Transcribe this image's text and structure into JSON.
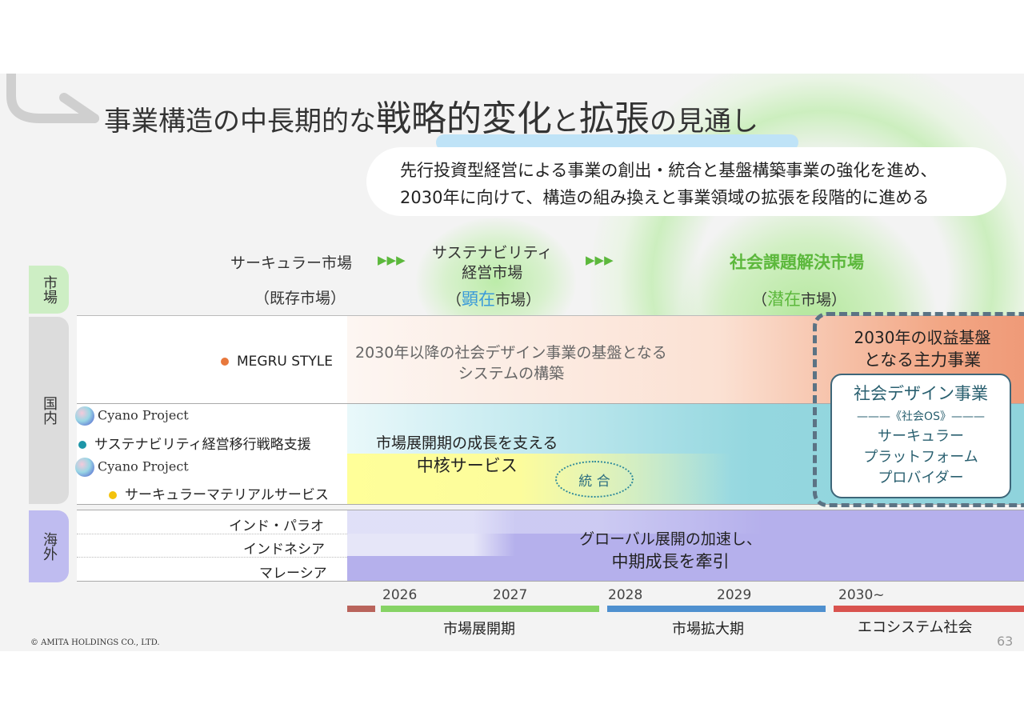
{
  "title": {
    "part1": "事業構造の中長期的な",
    "part2": "戦略的変化",
    "part3": "と",
    "part4": "拡張",
    "part5": "の見通し"
  },
  "subtitle": {
    "line1": "先行投資型経営による事業の創出・統合と基盤構築事業の強化を進め、",
    "line2": "2030年に向けて、構造の組み換えと事業領域の拡張を段階的に進める"
  },
  "sidebar": {
    "market": "市場",
    "domestic": "国内",
    "overseas": "海外"
  },
  "markets": {
    "circular": "サーキュラー市場",
    "circular_sub": "（既存市場）",
    "arrows": "▶▶▶",
    "sustain_line1": "サステナビリティ",
    "sustain_line2": "経営市場",
    "sustain_sub_open": "（",
    "sustain_sub_key": "顕在",
    "sustain_sub_close": "市場）",
    "social": "社会課題解決市場",
    "social_sub_open": "（",
    "social_sub_key": "潜在",
    "social_sub_close": "市場）"
  },
  "domestic": {
    "megru": "MEGRU STYLE",
    "cyano1": "Cyano Project",
    "sustain_support": "サステナビリティ経営移行戦略支援",
    "cyano2": "Cyano Project",
    "circular_material": "サーキュラーマテリアルサービス",
    "band1_line1": "2030年以降の社会デザイン事業の基盤となる",
    "band1_line2": "システムの構築",
    "band2_line1": "市場展開期の成長を支える",
    "band2_line2": "中核サービス",
    "merge": "統 合"
  },
  "overseas": {
    "india": "インド・パラオ",
    "indonesia": "インドネシア",
    "malaysia": "マレーシア",
    "band_line1": "グローバル展開の加速し、",
    "band_line2": "中期成長を牽引"
  },
  "future": {
    "label_line1": "2030年の収益基盤",
    "label_line2": "となる主力事業",
    "box_title": "社会デザイン事業",
    "box_os": "———《社会OS》———",
    "box_line1": "サーキュラー",
    "box_line2": "プラットフォーム",
    "box_line3": "プロバイダー"
  },
  "timeline": {
    "years": [
      "2026",
      "2027",
      "2028",
      "2029",
      "2030~"
    ],
    "phases": [
      "市場展開期",
      "市場拡大期",
      "エコシステム社会"
    ]
  },
  "footer": {
    "copyright": "© AMITA HOLDINGS CO., LTD.",
    "page": "63"
  },
  "colors": {
    "green": "#5cb83c",
    "blue_key": "#3a9ad9",
    "teal": "#8fd3dc",
    "yellow": "#ffff99",
    "purple": "#b5b0ec",
    "orange": "#f0a07c",
    "dashed": "#5b7384",
    "bar_red_short": "#b9645c",
    "bar_green": "#86d365",
    "bar_blue": "#4f90cf",
    "bar_red": "#d9534f"
  }
}
